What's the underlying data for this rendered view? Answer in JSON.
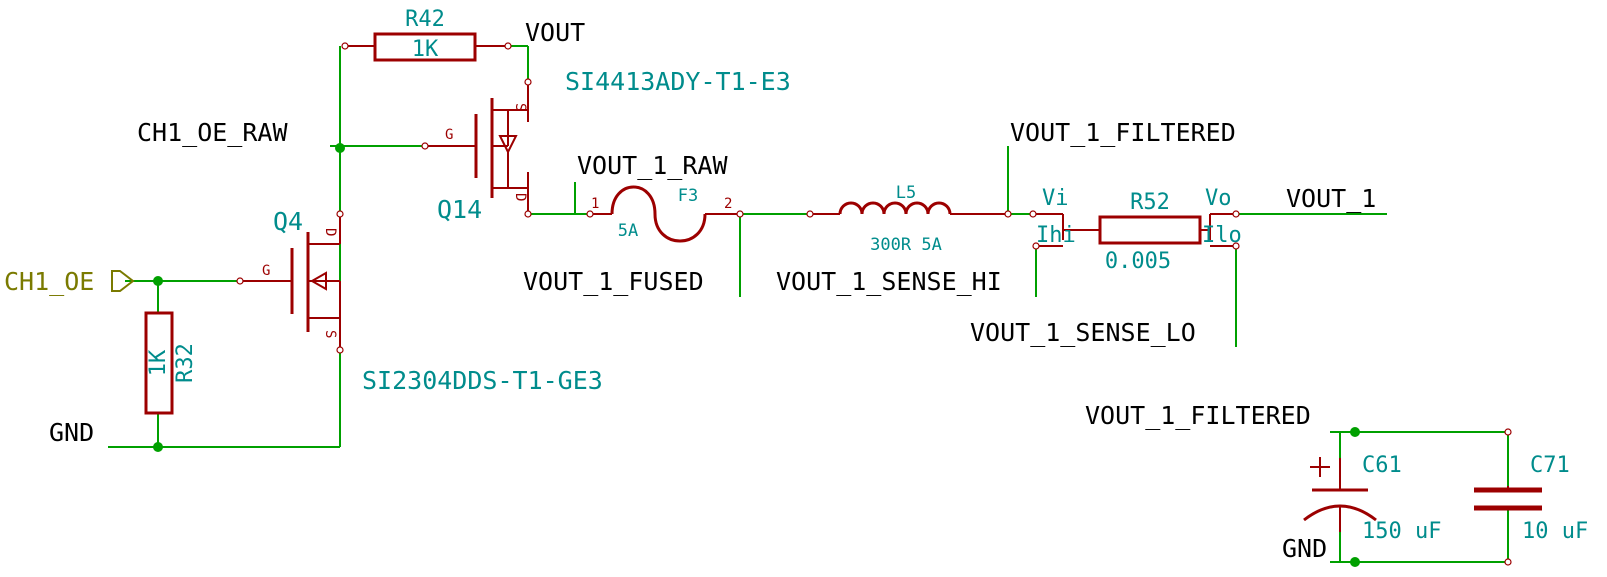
{
  "nets": {
    "vout": "VOUT",
    "ch1_oe_raw": "CH1_OE_RAW",
    "vout_1_raw": "VOUT_1_RAW",
    "vout_1_fused": "VOUT_1_FUSED",
    "vout_1_sense_hi": "VOUT_1_SENSE_HI",
    "vout_1_filtered_top": "VOUT_1_FILTERED",
    "vout_1": "VOUT_1",
    "vout_1_sense_lo": "VOUT_1_SENSE_LO",
    "vout_1_filtered_caps": "VOUT_1_FILTERED",
    "gnd_left": "GND",
    "gnd_caps": "GND"
  },
  "ports": {
    "ch1_oe": "CH1_OE"
  },
  "components": {
    "r42": {
      "ref": "R42",
      "value": "1K"
    },
    "r32": {
      "ref": "R32",
      "value": "1K"
    },
    "q14": {
      "ref": "Q14",
      "part": "SI4413ADY-T1-E3",
      "pin_g": "G",
      "pin_s": "S",
      "pin_d": "D"
    },
    "q4": {
      "ref": "Q4",
      "part": "SI2304DDS-T1-GE3",
      "pin_g": "G",
      "pin_s": "S",
      "pin_d": "D"
    },
    "f3": {
      "ref": "F3",
      "value": "5A",
      "pin1": "1",
      "pin2": "2"
    },
    "l5": {
      "ref": "L5",
      "value": "300R 5A"
    },
    "r52": {
      "ref": "R52",
      "value": "0.005",
      "pin_vi": "Vi",
      "pin_vo": "Vo",
      "pin_ihi": "Ihi",
      "pin_ilo": "Ilo"
    },
    "c61": {
      "ref": "C61",
      "value": "150 uF"
    },
    "c71": {
      "ref": "C71",
      "value": "10 uF"
    }
  },
  "colors": {
    "wire": "#00a000",
    "component": "#9c0000",
    "reference_text": "#008c8c",
    "net_label_text": "#000000",
    "port_label": "#7a7a00"
  }
}
